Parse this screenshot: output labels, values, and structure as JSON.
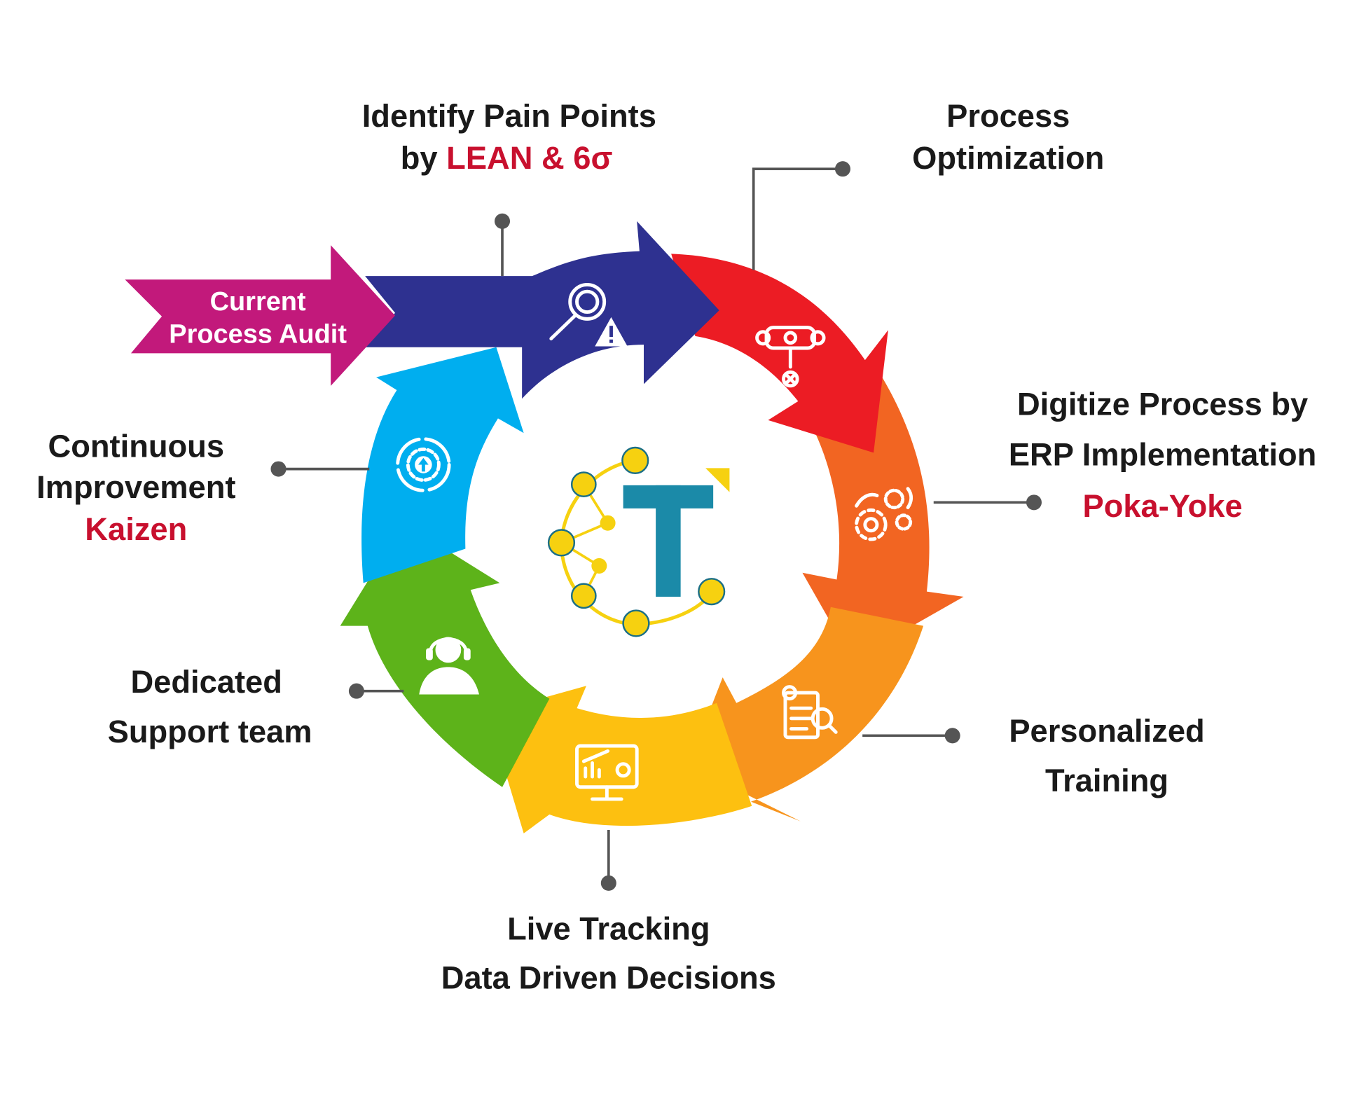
{
  "colors": {
    "current_audit": "#c2197b",
    "identify": "#2e3190",
    "optimization": "#ec1c24",
    "digitize": "#f26522",
    "training": "#f7941d",
    "tracking": "#fdc010",
    "support": "#5db31a",
    "improvement": "#00aeef",
    "highlight_text": "#c8102e",
    "logo_teal": "#1b8aa8",
    "logo_yellow": "#f6d110"
  },
  "center_logo": {
    "letter": "T"
  },
  "steps": {
    "current_audit": {
      "line1": "Current",
      "line2": "Process Audit"
    },
    "identify": {
      "line1": "Identify Pain Points",
      "line2_prefix": "by ",
      "line2_highlight": "LEAN & 6σ",
      "icon": "search-warning-icon"
    },
    "optimization": {
      "line1": "Process",
      "line2": "Optimization",
      "icon": "workflow-gear-icon"
    },
    "digitize": {
      "line1": "Digitize Process by",
      "line2": "ERP Implementation",
      "line3_highlight": "Poka-Yoke",
      "icon": "gears-icon"
    },
    "training": {
      "line1": "Personalized",
      "line2": "Training",
      "icon": "checklist-icon"
    },
    "tracking": {
      "line1": "Live Tracking",
      "line2": "Data Driven Decisions",
      "icon": "monitor-chart-icon"
    },
    "support": {
      "line1": "Dedicated",
      "line2": "Support team",
      "icon": "headset-agent-icon"
    },
    "improvement": {
      "line1": "Continuous",
      "line2": "Improvement",
      "line3_highlight": "Kaizen",
      "icon": "gear-cycle-icon"
    }
  }
}
